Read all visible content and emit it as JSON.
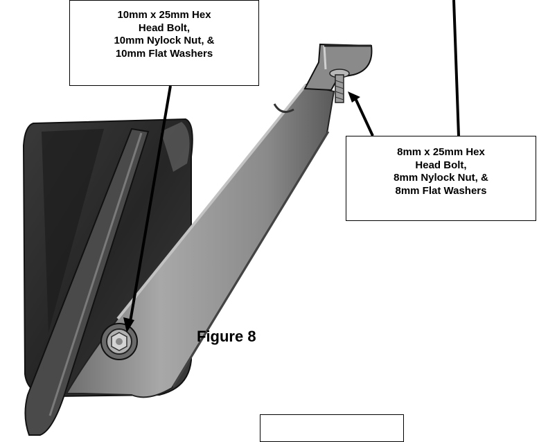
{
  "figure_label": "Figure 8",
  "callouts": {
    "bolt_10mm": {
      "lines": [
        "10mm x 25mm Hex",
        "Head Bolt,",
        "10mm Nylock Nut, &",
        "10mm Flat Washers"
      ]
    },
    "bolt_8mm": {
      "lines": [
        "8mm x 25mm Hex",
        "Head Bolt,",
        "8mm Nylock Nut, &",
        "8mm Flat Washers"
      ]
    },
    "bottom_box": {
      "lines": []
    }
  },
  "colors": {
    "ink": "#000000",
    "paper": "#ffffff",
    "plate_dark": "#2a2a2a",
    "plate_mid": "#4a4a4a",
    "bar_light": "#9a9a9a",
    "bar_shadow": "#5c5c5c"
  }
}
